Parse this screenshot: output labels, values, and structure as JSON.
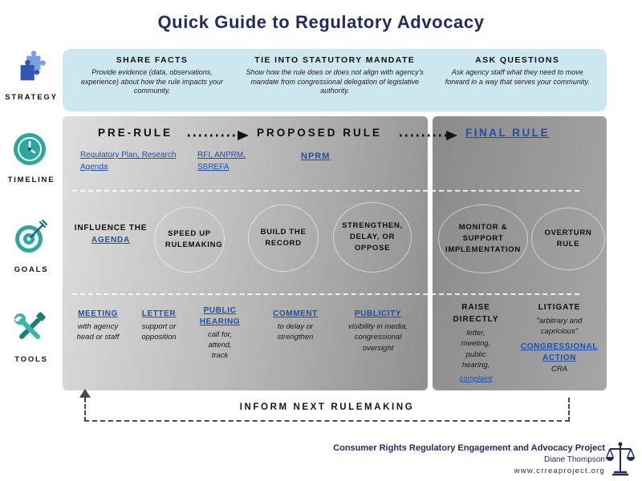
{
  "title": "Quick Guide to Regulatory Advocacy",
  "sidebar": {
    "strategy_label": "STRATEGY",
    "timeline_label": "TIMELINE",
    "goals_label": "GOALS",
    "tools_label": "TOOLS"
  },
  "icons": {
    "strategy": "puzzle-piece",
    "timeline": "clock",
    "goals": "target-with-dart",
    "tools": "crossed-wrench-screwdriver",
    "brand": "scales-of-justice"
  },
  "strategy_box": {
    "items": [
      {
        "heading": "SHARE FACTS",
        "body": "Provide evidence (data, observations, experience) about how the rule impacts your community."
      },
      {
        "heading": "TIE INTO STATUTORY MANDATE",
        "body": "Show how the rule does or does not align with agency's mandate from congressional delegation of legislative authority."
      },
      {
        "heading": "ASK QUESTIONS",
        "body": "Ask agency staff what they need to move forward in a way that serves your community."
      }
    ]
  },
  "timeline": {
    "stage_pre": "PRE-RULE",
    "stage_proposed": "PROPOSED RULE",
    "stage_final": "FINAL RULE",
    "links": [
      {
        "label": "Regulatory Plan, Research Agenda"
      },
      {
        "label": "RFI, ANPRM, SBREFA"
      },
      {
        "label": "NPRM"
      }
    ]
  },
  "goals": {
    "influence_pre": "INFLUENCE THE",
    "influence_link": "AGENDA",
    "speed": "SPEED UP RULEMAKING",
    "build": "BUILD THE RECORD",
    "strengthen": "STRENGTHEN, DELAY, OR OPPOSE",
    "monitor": "MONITOR & SUPPORT IMPLEMENTATION",
    "overturn": "OVERTURN RULE"
  },
  "tools": {
    "meeting_link": "MEETING",
    "meeting_desc": "with agency head or staff",
    "letter_link": "LETTER",
    "letter_desc": "support or opposition",
    "hearing_link": "PUBLIC HEARING",
    "hearing_desc": "call for, attend, track",
    "comment_link": "COMMENT",
    "comment_desc": "to delay or strengthen",
    "publicity_link": "PUBLICITY",
    "publicity_desc": "visibility in media, congressional oversight",
    "raise_heading": "RAISE DIRECTLY",
    "raise_desc": "letter, meeting, public hearing,",
    "raise_link": "complaint",
    "litigate_heading": "LITIGATE",
    "litigate_desc": "\"arbitrary and capricious\"",
    "congressional_link": "CONGRESSIONAL ACTION",
    "congressional_sub": "CRA"
  },
  "loop_label": "INFORM NEXT RULEMAKING",
  "footer": {
    "project": "Consumer Rights Regulatory Engagement and Advocacy Project",
    "author": "Diane Thompson",
    "url": "www.crreaproject.org"
  },
  "colors": {
    "navy": "#232a63",
    "light_blue": "#cde7f0",
    "link_blue": "#1d4fa8",
    "teal": "#2aa7a0"
  }
}
